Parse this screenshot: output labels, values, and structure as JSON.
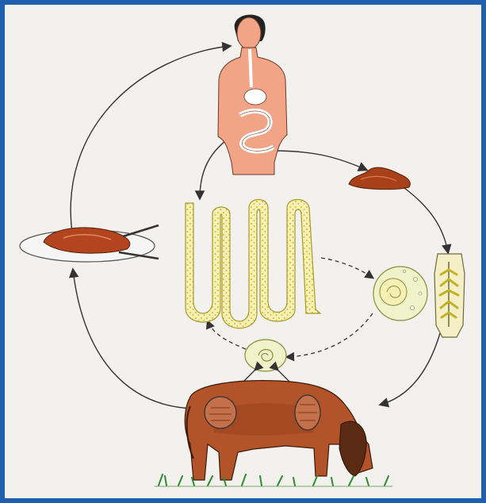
{
  "diagram": {
    "labels": [],
    "colors": {
      "border": "#1f5fae",
      "background": "#f3f1ee",
      "skin": "#f2a486",
      "gut": "#ffffff",
      "meat": "#b2451f",
      "cow": "#b2532a",
      "cow_dark": "#5a2a12",
      "worm": "#f7f0b5",
      "worm_dots": "#d8c62b",
      "egg": "#eff3c9",
      "arrow": "#333333",
      "grass": "#2f8b2f"
    },
    "stages": [
      {
        "name": "human-host"
      },
      {
        "name": "feces"
      },
      {
        "name": "adult-tapeworm"
      },
      {
        "name": "egg"
      },
      {
        "name": "gravid-proglottid"
      },
      {
        "name": "cysticercus"
      },
      {
        "name": "cattle-host"
      },
      {
        "name": "raw-meat-plate"
      }
    ]
  }
}
